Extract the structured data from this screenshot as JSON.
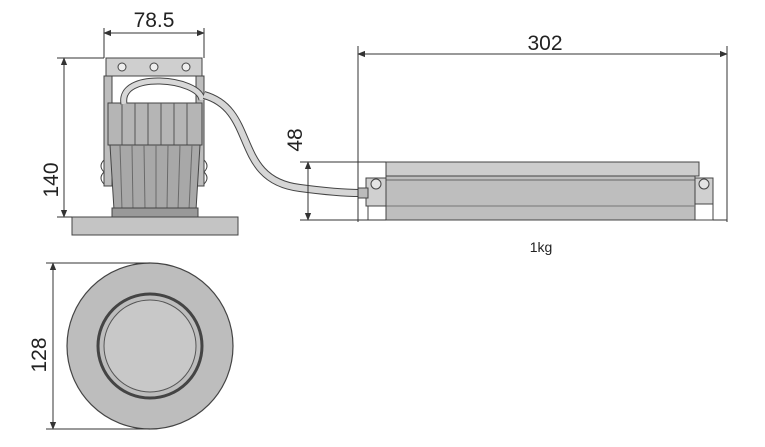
{
  "dimensions": {
    "fixture_width": "78.5",
    "fixture_height": "140",
    "driver_length": "302",
    "driver_height": "48",
    "front_diameter": "128"
  },
  "weight": "1kg",
  "colors": {
    "line": "#444444",
    "body_fill": "#c4c4c4",
    "dark_fill": "#8c8c8c",
    "light_fill": "#d9d9d9"
  }
}
